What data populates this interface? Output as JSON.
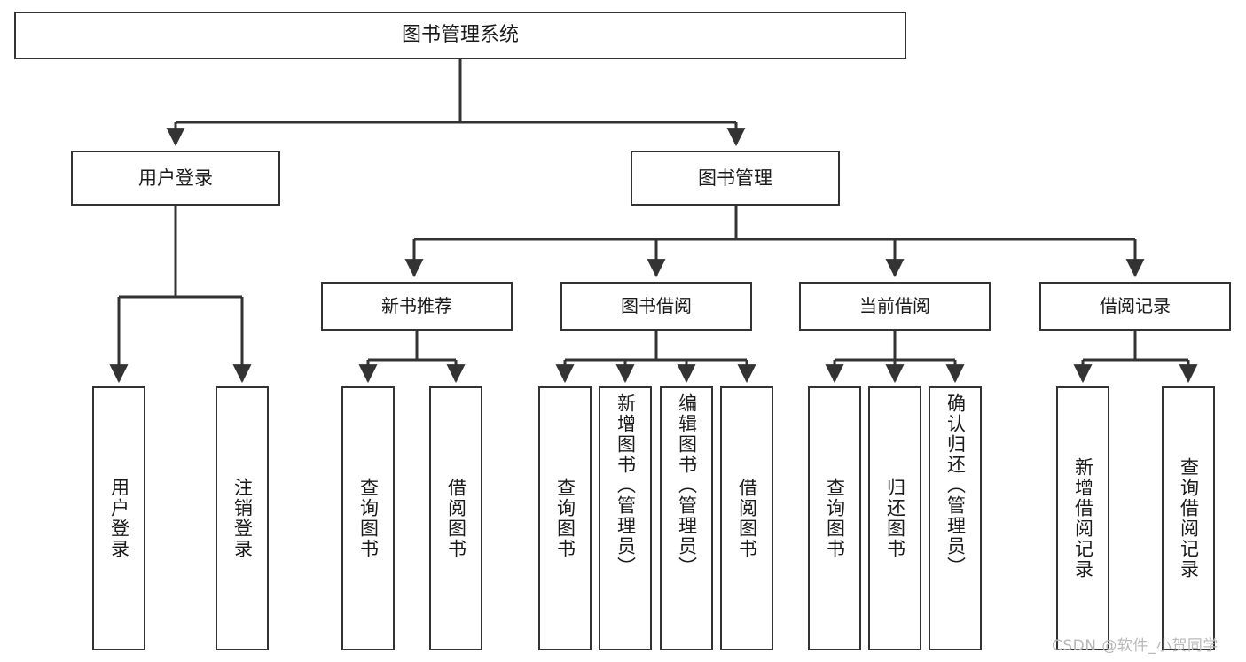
{
  "diagram": {
    "title": "图书管理系统",
    "type": "hierarchy-tree",
    "watermark": "CSDN @软件_小贺同学",
    "colors": {
      "box_border": "#333333",
      "box_fill": "#ffffff",
      "connector": "#333333",
      "text": "#1a1a1a",
      "watermark": "#b9b9b9"
    },
    "root": {
      "label": "图书管理系统"
    },
    "level1": [
      {
        "label": "用户登录"
      },
      {
        "label": "图书管理"
      }
    ],
    "level2": [
      {
        "label": "新书推荐"
      },
      {
        "label": "图书借阅"
      },
      {
        "label": "当前借阅"
      },
      {
        "label": "借阅记录"
      }
    ],
    "leaves": {
      "user_login": [
        {
          "label": "用户登录"
        },
        {
          "label": "注销登录"
        }
      ],
      "new_book_recommend": [
        {
          "label": "查询图书"
        },
        {
          "label": "借阅图书"
        }
      ],
      "book_borrow": [
        {
          "label": "查询图书"
        },
        {
          "label": "新增图书（管理员）"
        },
        {
          "label": "编辑图书（管理员）"
        },
        {
          "label": "借阅图书"
        }
      ],
      "current_borrow": [
        {
          "label": "查询图书"
        },
        {
          "label": "归还图书"
        },
        {
          "label": "确认归还（管理员）"
        }
      ],
      "borrow_record": [
        {
          "label": "新增借阅记录"
        },
        {
          "label": "查询借阅记录"
        }
      ]
    }
  }
}
